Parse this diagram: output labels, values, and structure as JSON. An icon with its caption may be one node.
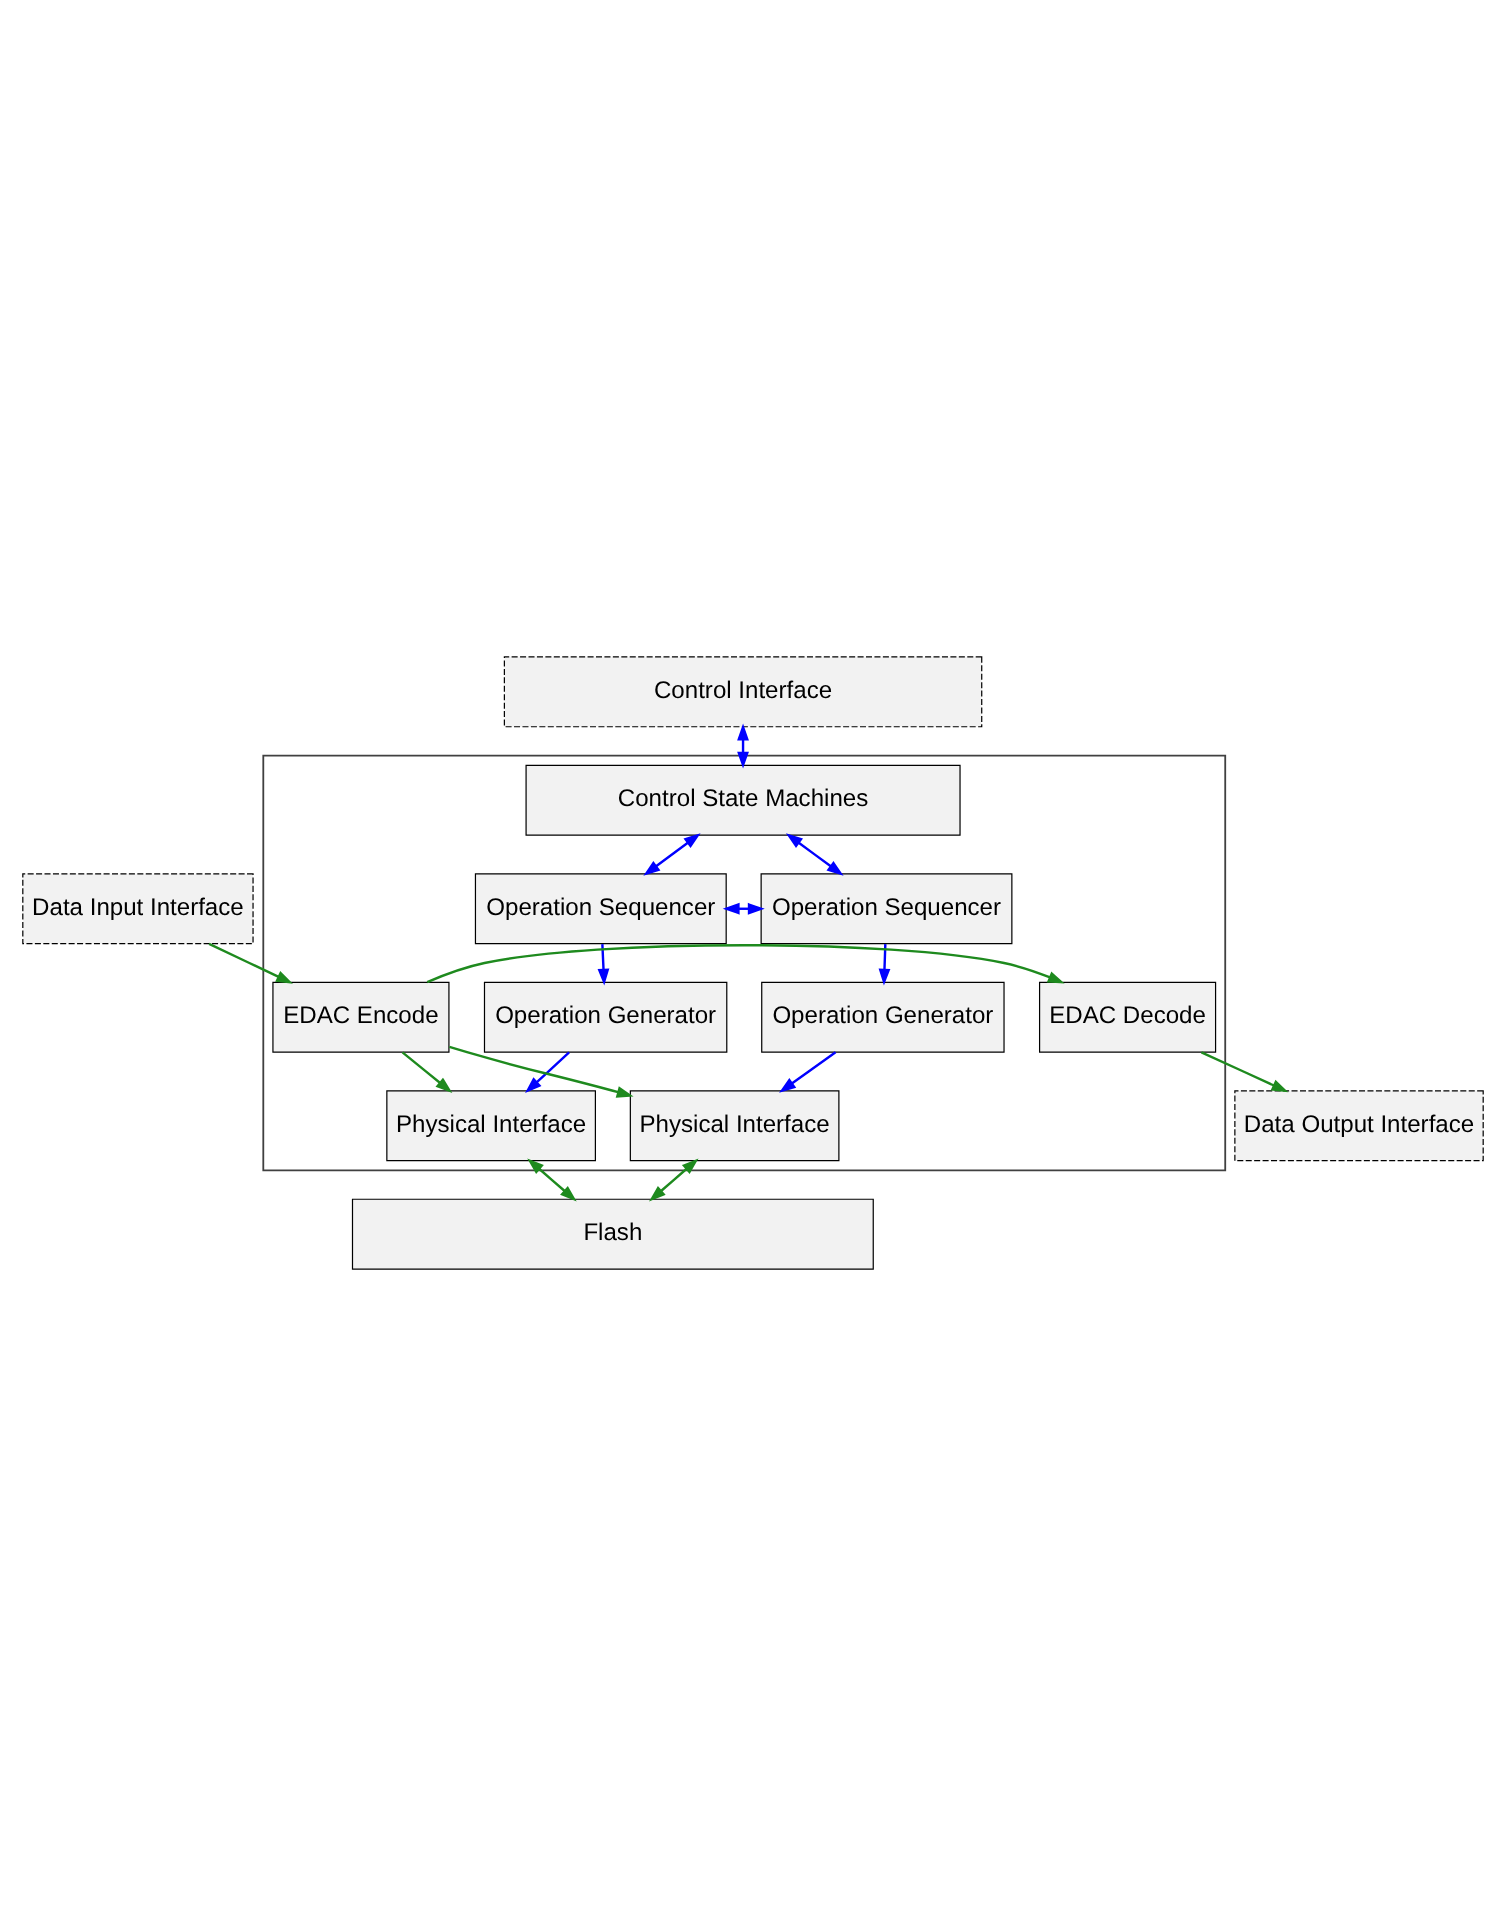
{
  "diagram": {
    "nodes": [
      {
        "text": [],
        "shape": "box"
      },
      {
        "text": [
          "Control Interface"
        ]
      },
      {
        "text": [
          "Control State Machines"
        ],
        "in": 0
      },
      {
        "text": [
          "Operation Sequencer"
        ],
        "in": 0
      },
      {
        "text": [
          "Operation Sequencer"
        ],
        "in": 0
      },
      {
        "text": [
          "Operation Generator"
        ],
        "in": 0
      },
      {
        "text": [
          "Operation Generator"
        ],
        "in": 0
      },
      {
        "text": [
          "Data Input Interface"
        ]
      },
      {
        "text": [
          "EDAC Encode"
        ],
        "in": 0
      },
      {
        "text": [
          "EDAC Decode"
        ],
        "in": 0
      },
      {
        "text": [
          "Data Output Interface"
        ]
      },
      {
        "text": [
          "Physical Interface"
        ],
        "in": 0
      },
      {
        "text": [
          "Physical Interface"
        ],
        "in": 0
      },
      {
        "text": [
          "Flash"
        ]
      }
    ],
    "edges": [
      {
        "from": 1,
        "to": 2,
        "arrow": "both",
        "color": "#0000ff"
      },
      {
        "from": 2,
        "to": 3,
        "arrow": "both",
        "color": "#0000ff"
      },
      {
        "from": 2,
        "to": 4,
        "arrow": "both",
        "color": "#0000ff"
      },
      {
        "from": 3,
        "to": 4,
        "arrow": "both",
        "color": "#0000ff"
      },
      {
        "from": 3,
        "to": 5,
        "arrow": "to",
        "color": "#0000ff"
      },
      {
        "from": 4,
        "to": 6,
        "arrow": "to",
        "color": "#0000ff"
      },
      {
        "from": 5,
        "to": 11,
        "arrow": "to",
        "color": "#0000ff"
      },
      {
        "from": 6,
        "to": 12,
        "arrow": "to",
        "color": "#0000ff"
      },
      {
        "from": 7,
        "to": 8,
        "arrow": "to",
        "color": "#1e8a1e"
      },
      {
        "from": 9,
        "to": 10,
        "arrow": "to",
        "color": "#1e8a1e"
      },
      {
        "from": 8,
        "to": 11,
        "arrow": "to",
        "color": "#1e8a1e"
      },
      {
        "from": 8,
        "to": 12,
        "arrow": "to",
        "color": "#1e8a1e"
      },
      {
        "from": 8,
        "to": 9,
        "arrow": "to",
        "color": "#1e8a1e"
      },
      {
        "from": 11,
        "to": 13,
        "arrow": "both",
        "color": "#1e8a1e"
      },
      {
        "from": 12,
        "to": 13,
        "arrow": "both",
        "color": "#1e8a1e"
      }
    ]
  }
}
